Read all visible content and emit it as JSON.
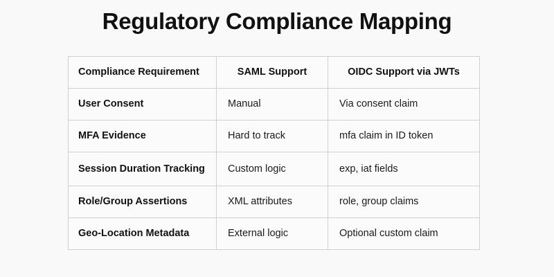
{
  "title": "Regulatory Compliance Mapping",
  "table": {
    "headers": [
      "Compliance Requirement",
      "SAML Support",
      "OIDC Support via JWTs"
    ],
    "rows": [
      {
        "requirement": "User Consent",
        "saml": "Manual",
        "oidc": "Via consent claim"
      },
      {
        "requirement": "MFA Evidence",
        "saml": "Hard to track",
        "oidc": "mfa claim in ID token"
      },
      {
        "requirement": "Session Duration Tracking",
        "saml": "Custom logic",
        "oidc": "exp, iat fields"
      },
      {
        "requirement": "Role/Group Assertions",
        "saml": "XML attributes",
        "oidc": "role, group claims"
      },
      {
        "requirement": "Geo-Location Metadata",
        "saml": "External logic",
        "oidc": "Optional custom claim"
      }
    ]
  }
}
